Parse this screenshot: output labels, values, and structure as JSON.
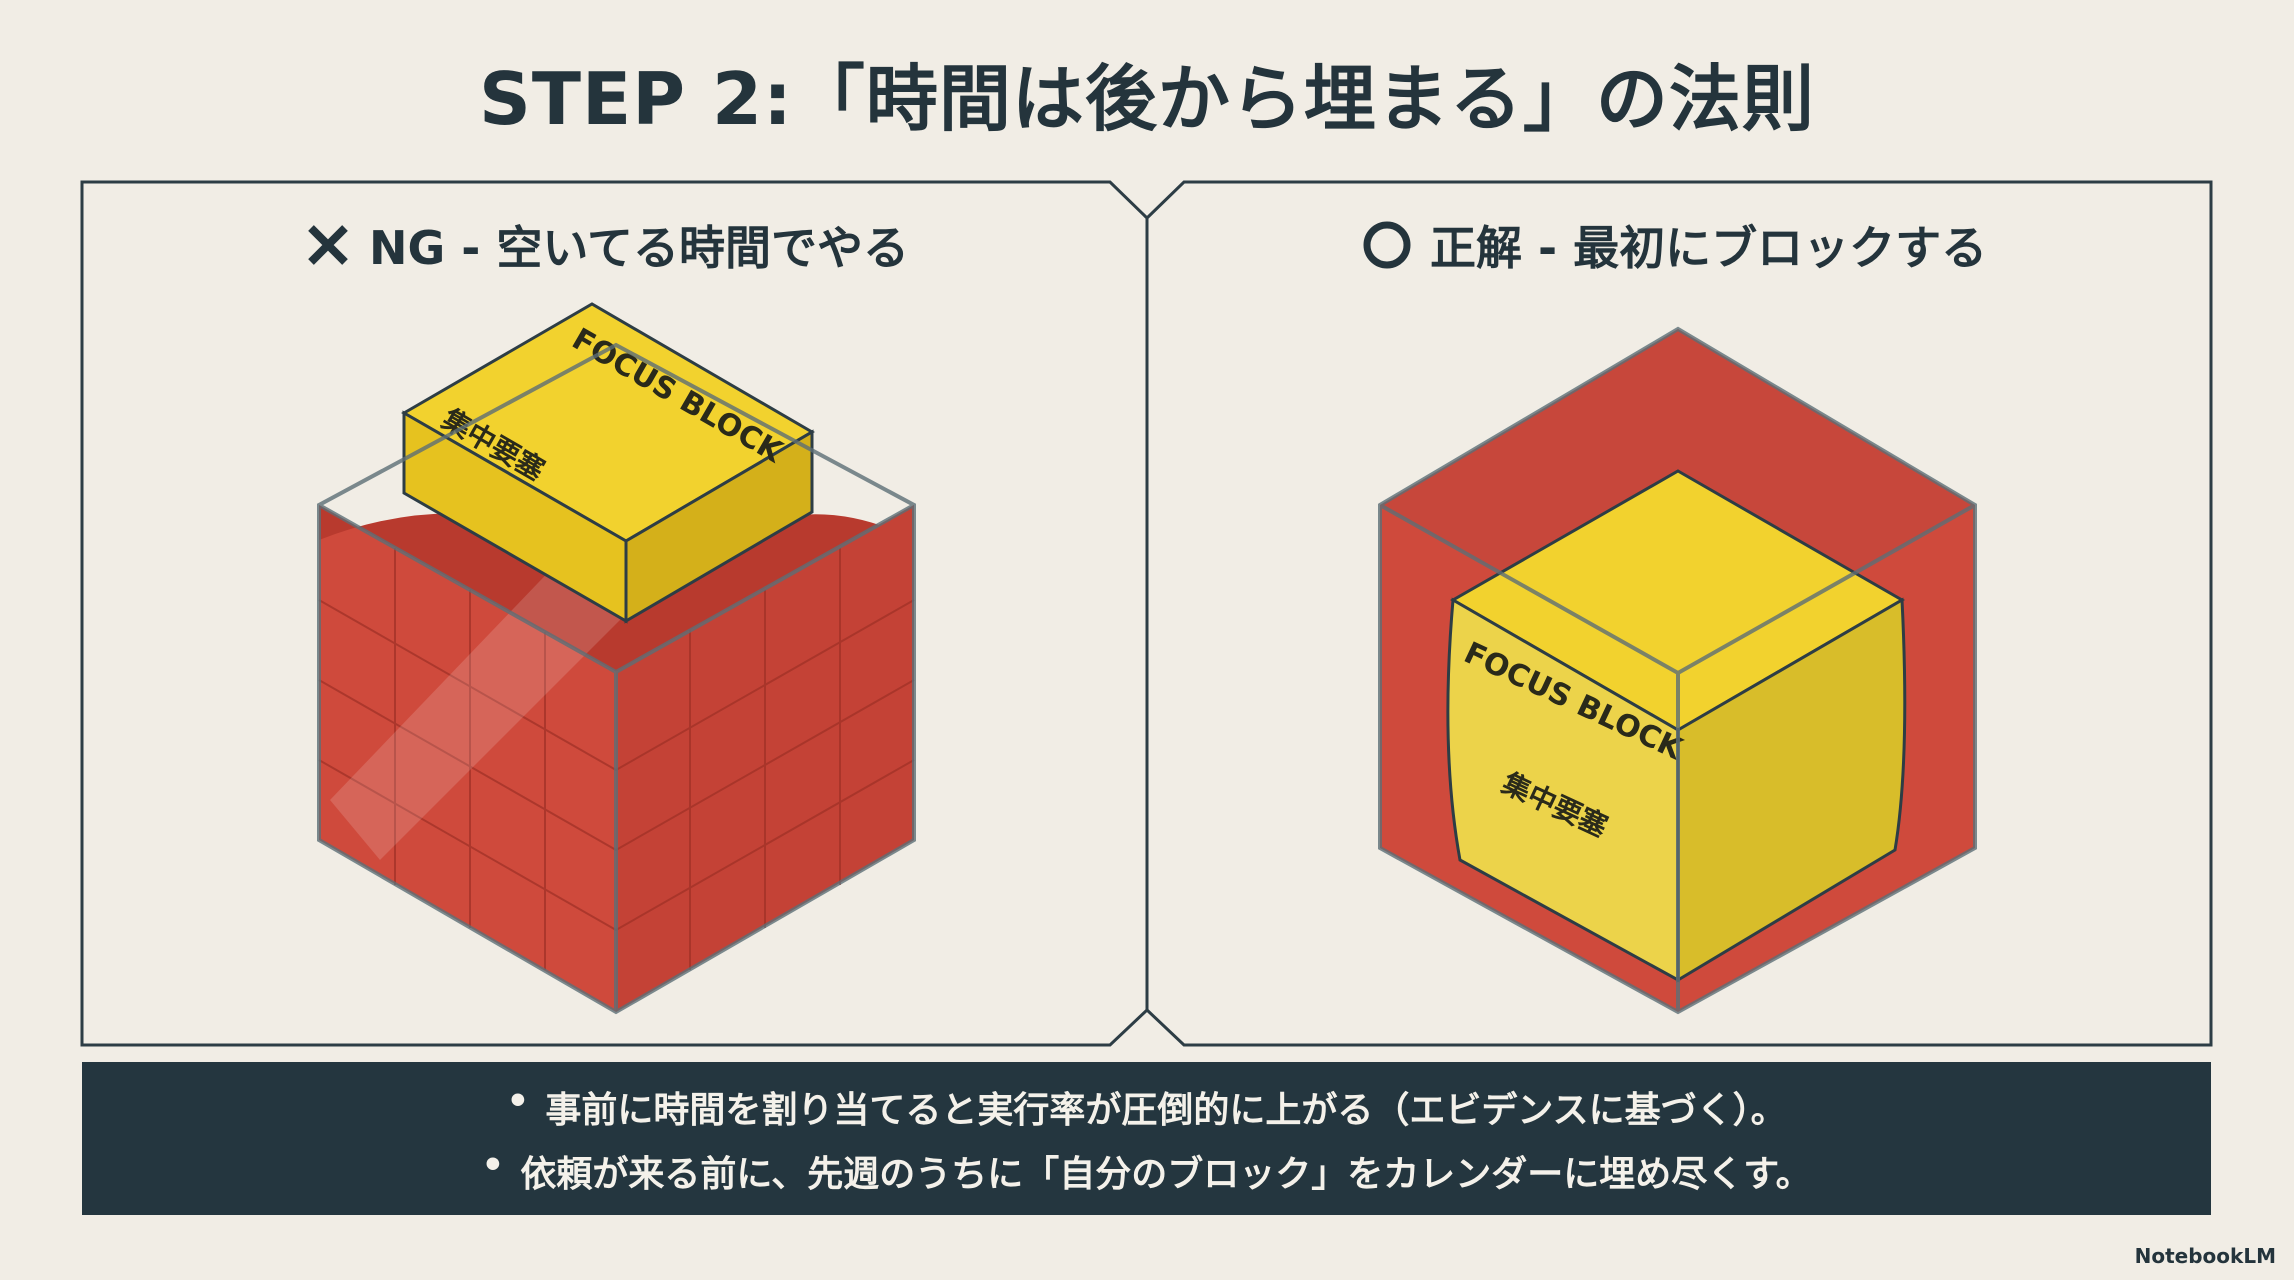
{
  "title": "STEP 2:「時間は後から埋まる」の法則",
  "left_panel": {
    "icon": "cross-icon",
    "heading": "NG - 空いてる時間でやる",
    "block_label_en": "FOCUS BLOCK",
    "block_label_ja": "集中要塞"
  },
  "right_panel": {
    "icon": "circle-icon",
    "heading": "正解 - 最初にブロックする",
    "block_label_en": "FOCUS BLOCK",
    "block_label_ja": "集中要塞"
  },
  "bullets": [
    "事前に時間を割り当てると実行率が圧倒的に上がる（エビデンスに基づく）。",
    "依頼が来る前に、先週のうちに「自分のブロック」をカレンダーに埋め尽くす。"
  ],
  "brand": "NotebookLM",
  "colors": {
    "background": "#f1ede5",
    "dark": "#24363f",
    "sand": "#d9473a",
    "yellow": "#f2d22e"
  }
}
